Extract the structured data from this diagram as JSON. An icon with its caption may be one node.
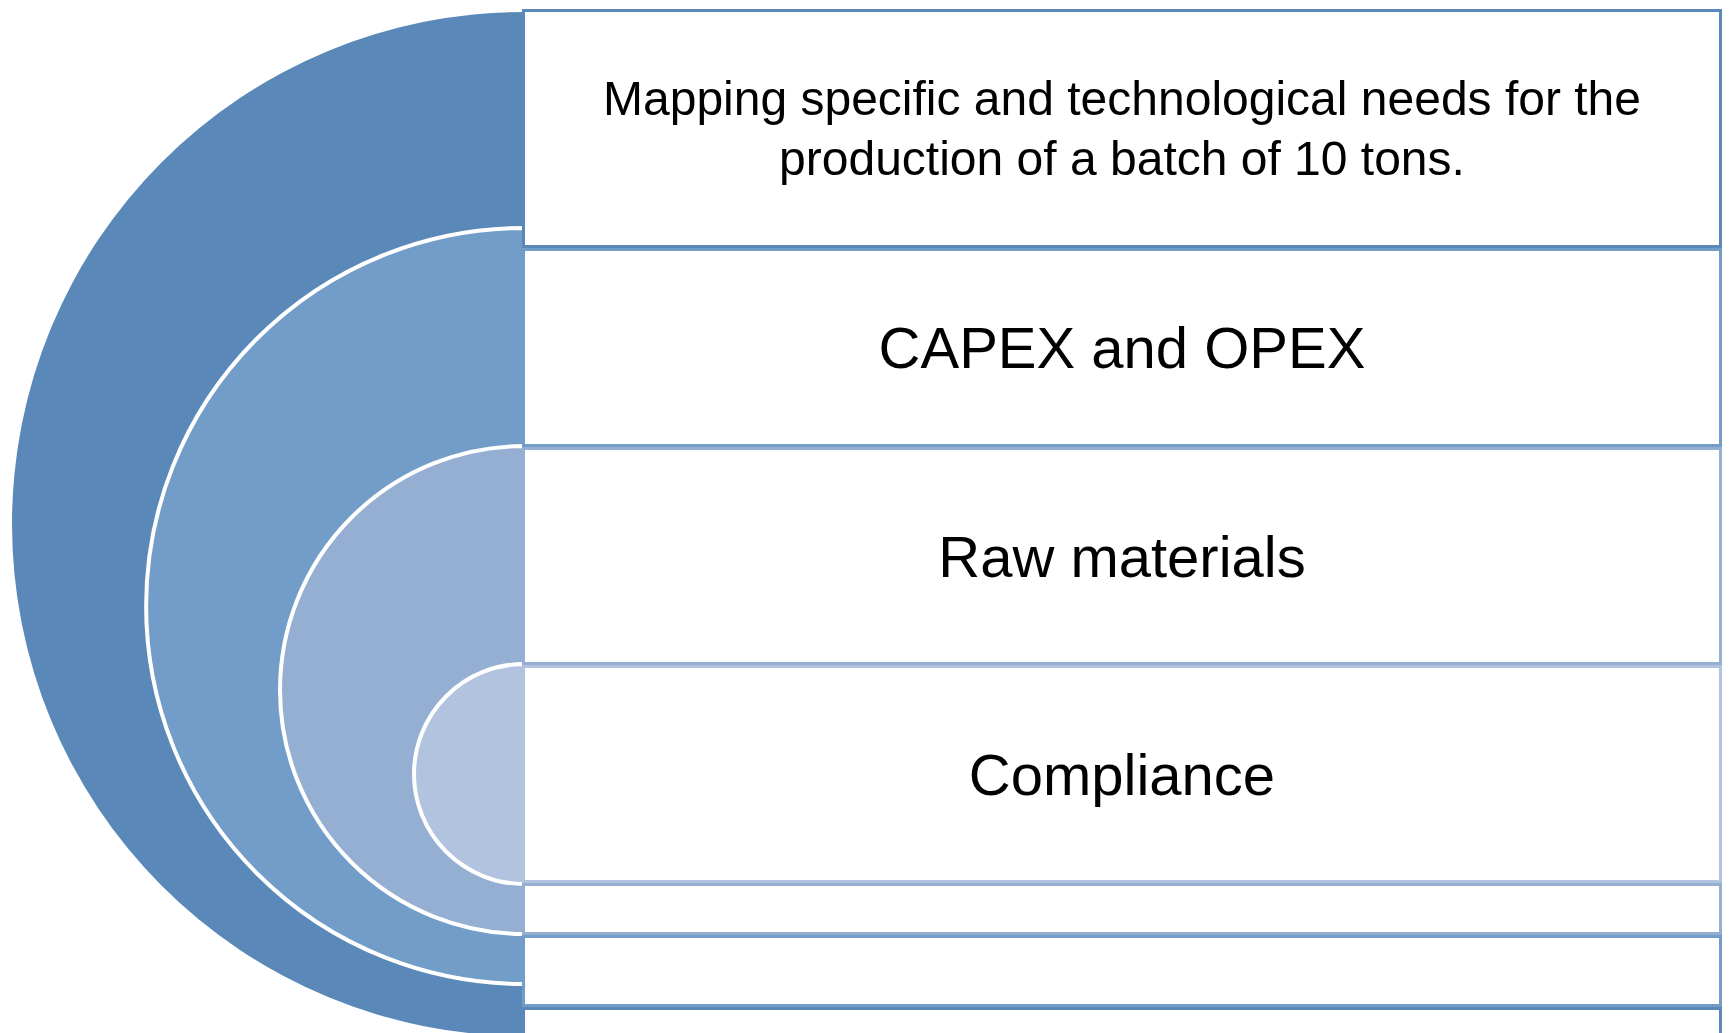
{
  "diagram": {
    "nodes": [
      {
        "text": [
          "Mapping specific and technological needs for the production of a batch of 10 tons."
        ]
      },
      {
        "text": [
          "CAPEX and OPEX"
        ]
      },
      {
        "text": [
          "Raw materials"
        ]
      },
      {
        "text": [
          "Compliance"
        ]
      },
      {
        "text": [],
        "shape": "box"
      },
      {
        "text": [],
        "shape": "box"
      },
      {
        "text": [],
        "shape": "box"
      }
    ]
  }
}
